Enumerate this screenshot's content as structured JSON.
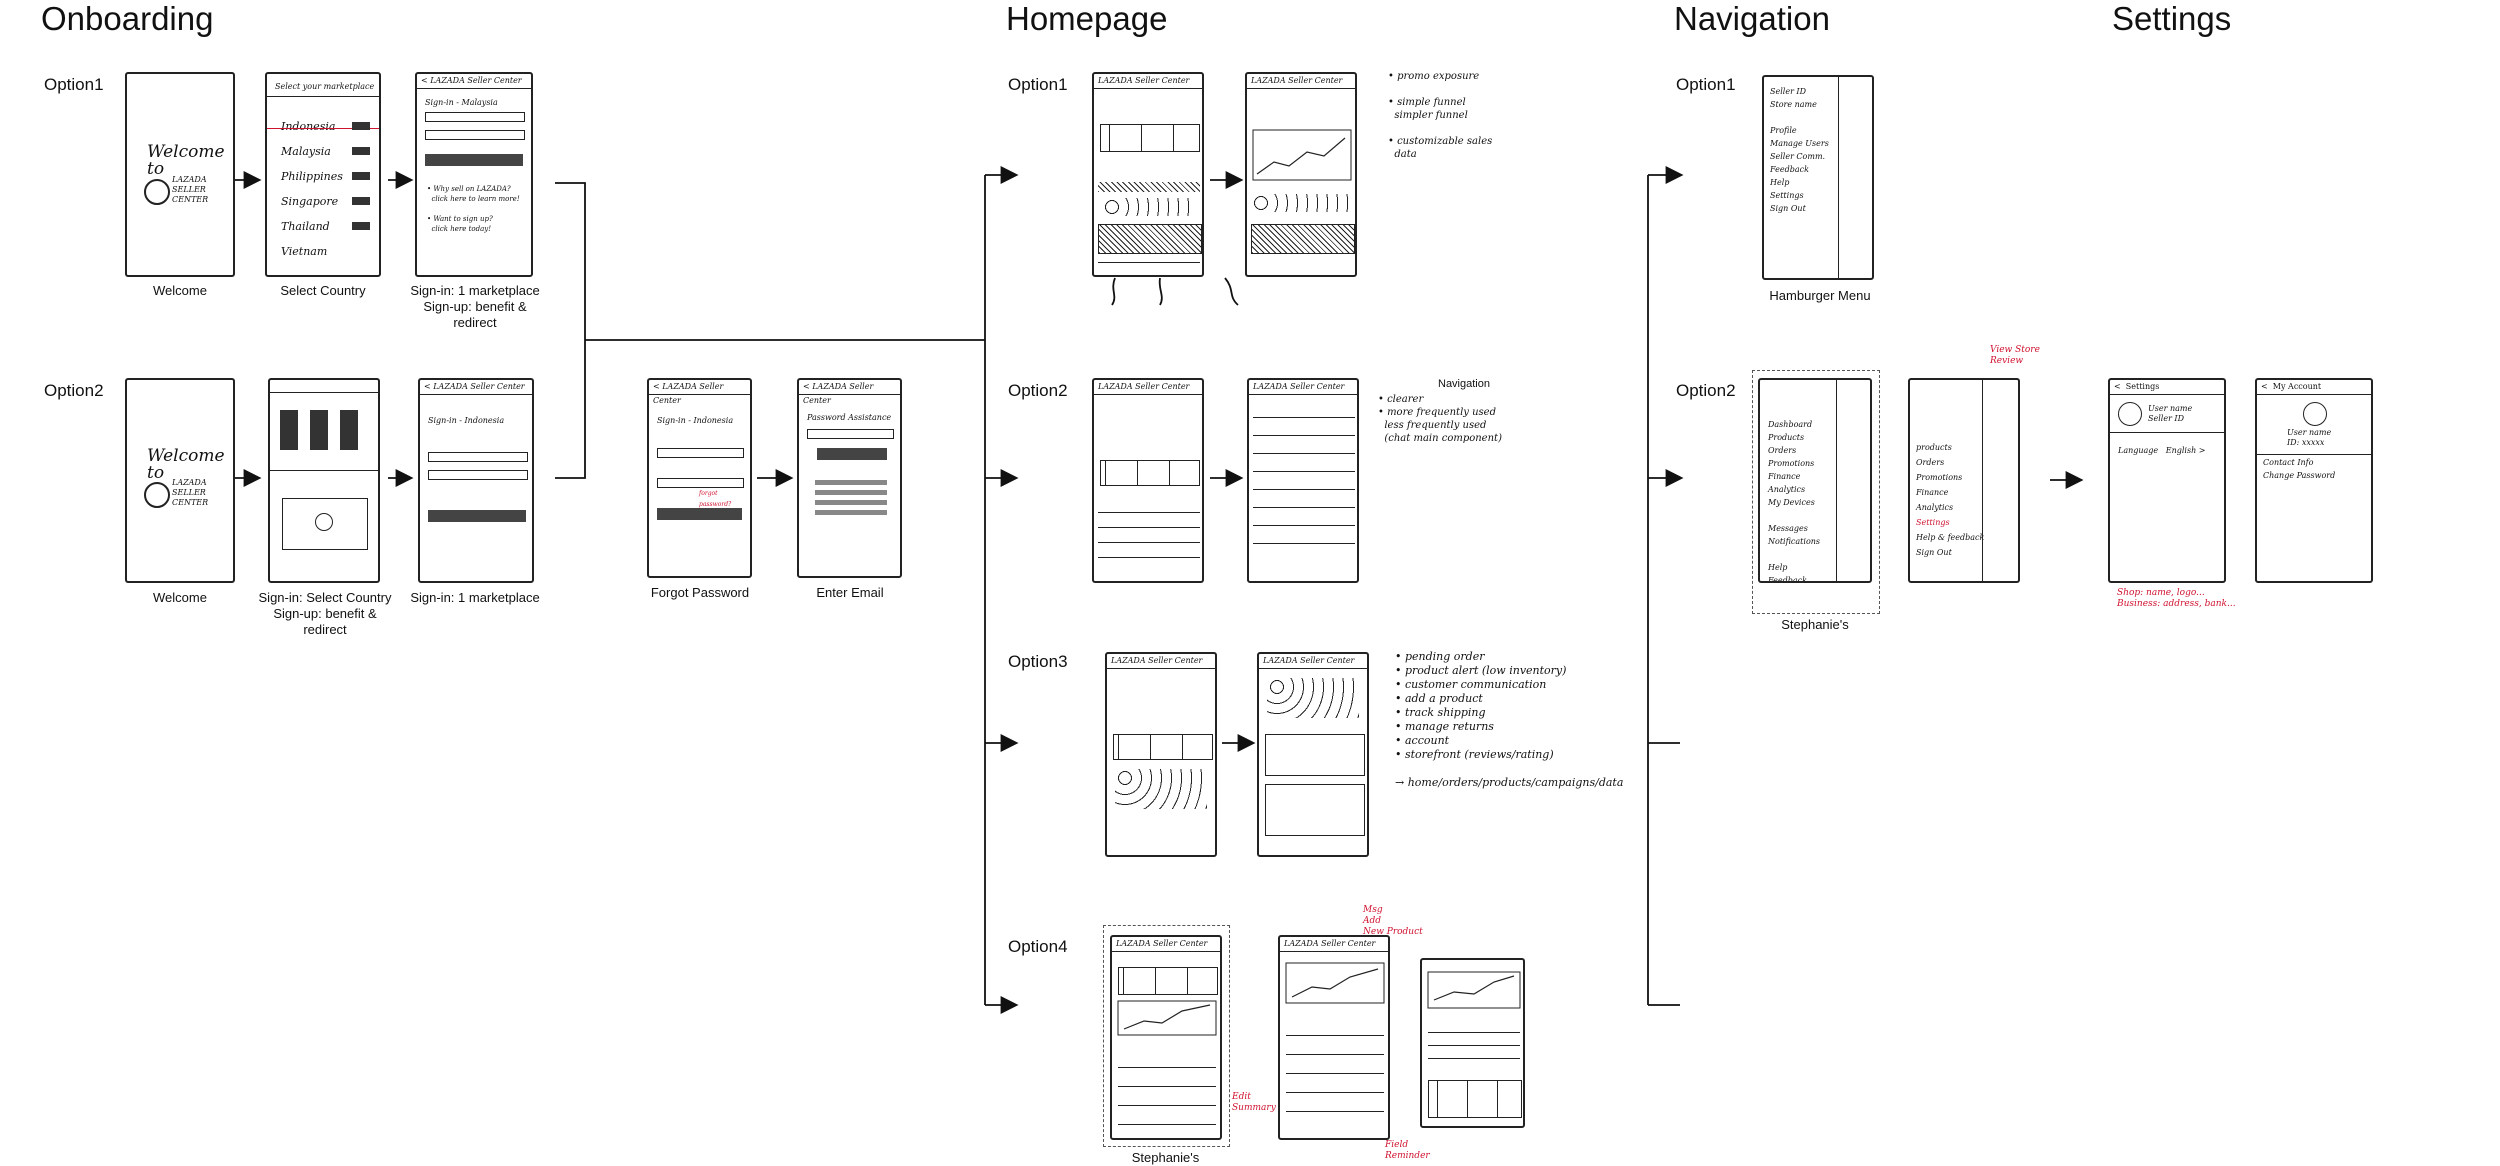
{
  "sections": {
    "onboarding": "Onboarding",
    "homepage": "Homepage",
    "navigation": "Navigation",
    "settings": "Settings"
  },
  "onboarding": {
    "option1": {
      "label": "Option1",
      "screens": {
        "welcome_caption": "Welcome",
        "select_country_caption": "Select Country",
        "signin_caption_line1": "Sign-in: 1 marketplace",
        "signin_caption_line2": "Sign-up: benefit & redirect"
      }
    },
    "option2": {
      "label": "Option2",
      "screens": {
        "welcome_caption": "Welcome",
        "signin_caption_line1": "Sign-in: Select Country",
        "signin_caption_line2": "Sign-up: benefit & redirect",
        "marketplace_caption": "Sign-in: 1 marketplace"
      }
    },
    "forgot_password_caption": "Forgot Password",
    "enter_email_caption": "Enter Email"
  },
  "homepage": {
    "option1": {
      "label": "Option1"
    },
    "option2": {
      "label": "Option2",
      "note_heading": "Navigation"
    },
    "option3": {
      "label": "Option3"
    },
    "option4": {
      "label": "Option4",
      "caption": "Stephanie's"
    }
  },
  "navigation": {
    "option1": {
      "label": "Option1",
      "caption": "Hamburger Menu"
    },
    "option2": {
      "label": "Option2",
      "caption": "Stephanie's"
    }
  },
  "colors": {
    "ink": "#111111",
    "annotation_red": "#d0122f"
  }
}
